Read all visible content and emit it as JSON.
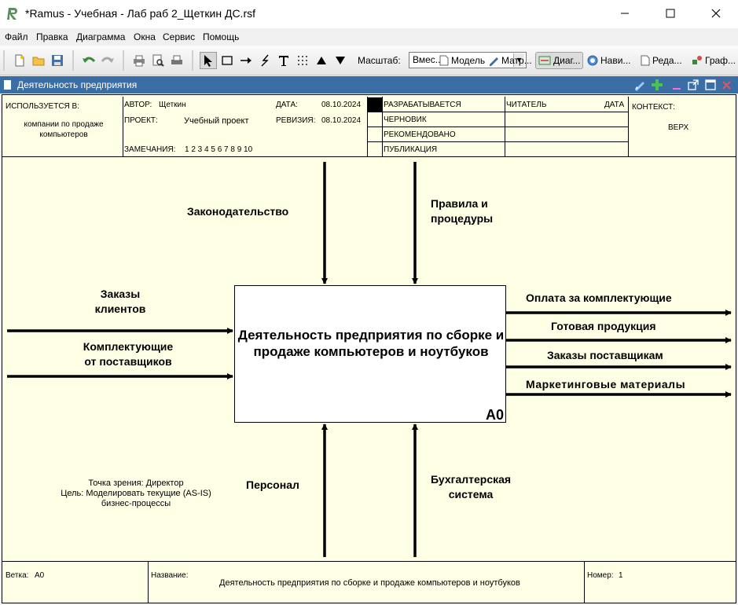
{
  "window": {
    "title": "*Ramus - Учебная - Лаб раб 2_Щеткин ДС.rsf",
    "buttons": [
      "minimize",
      "maximize",
      "close"
    ]
  },
  "menu": [
    "Файл",
    "Правка",
    "Диаграмма",
    "Окна",
    "Сервис",
    "Помощь"
  ],
  "toolbar": {
    "zoom_label": "Масштаб:",
    "zoom_value": "Вмес...",
    "tabs": [
      "Модель",
      "Матр...",
      "Диаг...",
      "Нави...",
      "Реда...",
      "Граф..."
    ],
    "active_tab": "Диаг..."
  },
  "document": {
    "title": "Деятельность предприятия"
  },
  "header": {
    "used_in_label": "ИСПОЛЬЗУЕТСЯ В:",
    "used_in_value": "компании по продаже компьютеров",
    "author_label": "АВТОР:",
    "author_value": "Щеткин",
    "project_label": "ПРОЕКТ:",
    "project_value": "Учебный проект",
    "notes_label": "ЗАМЕЧАНИЯ:",
    "notes_value": "1 2 3 4 5 6 7 8 9 10",
    "date_label": "ДАТА:",
    "date_value": "08.10.2024",
    "revision_label": "РЕВИЗИЯ:",
    "revision_value": "08.10.2024",
    "status": [
      "РАЗРАБАТЫВАЕТСЯ",
      "ЧЕРНОВИК",
      "РЕКОМЕНДОВАНО",
      "ПУБЛИКАЦИЯ"
    ],
    "reader_label": "ЧИТАТЕЛЬ",
    "reader_date_label": "ДАТА",
    "context_label": "КОНТЕКСТ:",
    "context_value": "ВЕРХ"
  },
  "diagram": {
    "function_name": "Деятельность предприятия по сборке и продаже компьютеров и ноутбуков",
    "function_number": "A0",
    "controls": [
      "Законодательство",
      "Правила и\nпроцедуры"
    ],
    "inputs": [
      "Заказы\nклиентов",
      "Комплектующие\nот поставщиков"
    ],
    "outputs": [
      "Оплата за комплектующие",
      "Готовая продукция",
      "Заказы поставщикам",
      "Маркетинговые материалы"
    ],
    "mechanisms": [
      "Персонал",
      "Бухгалтерская\nсистема"
    ],
    "viewpoint": "Точка зрения: Директор\nЦель: Моделировать текущие (AS-IS) бизнес-процессы"
  },
  "footer": {
    "node_label": "Ветка:",
    "node_value": "A0",
    "title_label": "Название:",
    "title_value": "Деятельность предприятия по сборке и продаже компьютеров и ноутбуков",
    "number_label": "Номер:",
    "number_value": "1"
  }
}
